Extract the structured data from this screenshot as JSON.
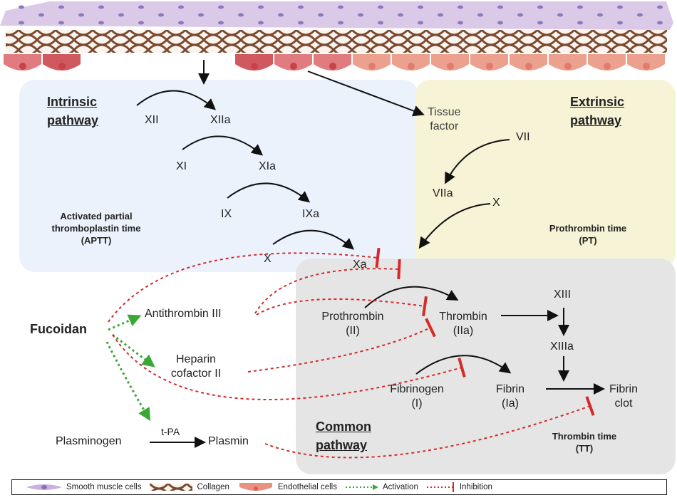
{
  "tissue_layers": {
    "smooth_muscle_color": "#c9b1db",
    "collagen_color": "#7a4a30",
    "endothelial_colors": [
      "#e07b80",
      "#d0595f",
      "#eca08e"
    ]
  },
  "panels": {
    "intrinsic": {
      "title_line1": "Intrinsic",
      "title_line2": "pathway",
      "assay_line1": "Activated partial",
      "assay_line2": "thromboplastin time",
      "assay_line3": "(APTT)",
      "color": "#ecf2fc"
    },
    "extrinsic": {
      "title_line1": "Extrinsic",
      "title_line2": "pathway",
      "assay_line1": "Prothrombin time",
      "assay_line2": "(PT)",
      "color": "#f6f3d6"
    },
    "common": {
      "title_line1": "Common",
      "title_line2": "pathway",
      "assay_line1": "Thrombin time",
      "assay_line2": "(TT)",
      "color": "#e5e5e5"
    }
  },
  "nodes": {
    "xii": "XII",
    "xiia": "XIIa",
    "xi": "XI",
    "xia": "XIa",
    "ix": "IX",
    "ixa": "IXa",
    "x_intrinsic": "X",
    "xa": "Xa",
    "tissue_factor_1": "Tissue",
    "tissue_factor_2": "factor",
    "vii": "VII",
    "viia": "VIIa",
    "x_extrinsic": "X",
    "prothrombin": "Prothrombin",
    "prothrombin_sub": "(II)",
    "thrombin": "Thrombin",
    "thrombin_sub": "(IIa)",
    "xiii": "XIII",
    "xiiia": "XIIIa",
    "fibrinogen": "Fibrinogen",
    "fibrinogen_sub": "(I)",
    "fibrin": "Fibrin",
    "fibrin_sub": "(Ia)",
    "fibrin_clot_1": "Fibrin",
    "fibrin_clot_2": "clot",
    "fucoidan": "Fucoidan",
    "antithrombin": "Antithrombin III",
    "heparin_1": "Heparin",
    "heparin_2": "cofactor II",
    "plasminogen": "Plasminogen",
    "tpa": "t-PA",
    "plasmin": "Plasmin"
  },
  "colors": {
    "activation": "#3aa835",
    "inhibition": "#d42a2a",
    "arrow": "#111111"
  },
  "legend": [
    {
      "label": "Smooth muscle cells"
    },
    {
      "label": "Collagen"
    },
    {
      "label": "Endothelial cells"
    },
    {
      "label": "Activation"
    },
    {
      "label": "Inhibition"
    }
  ]
}
